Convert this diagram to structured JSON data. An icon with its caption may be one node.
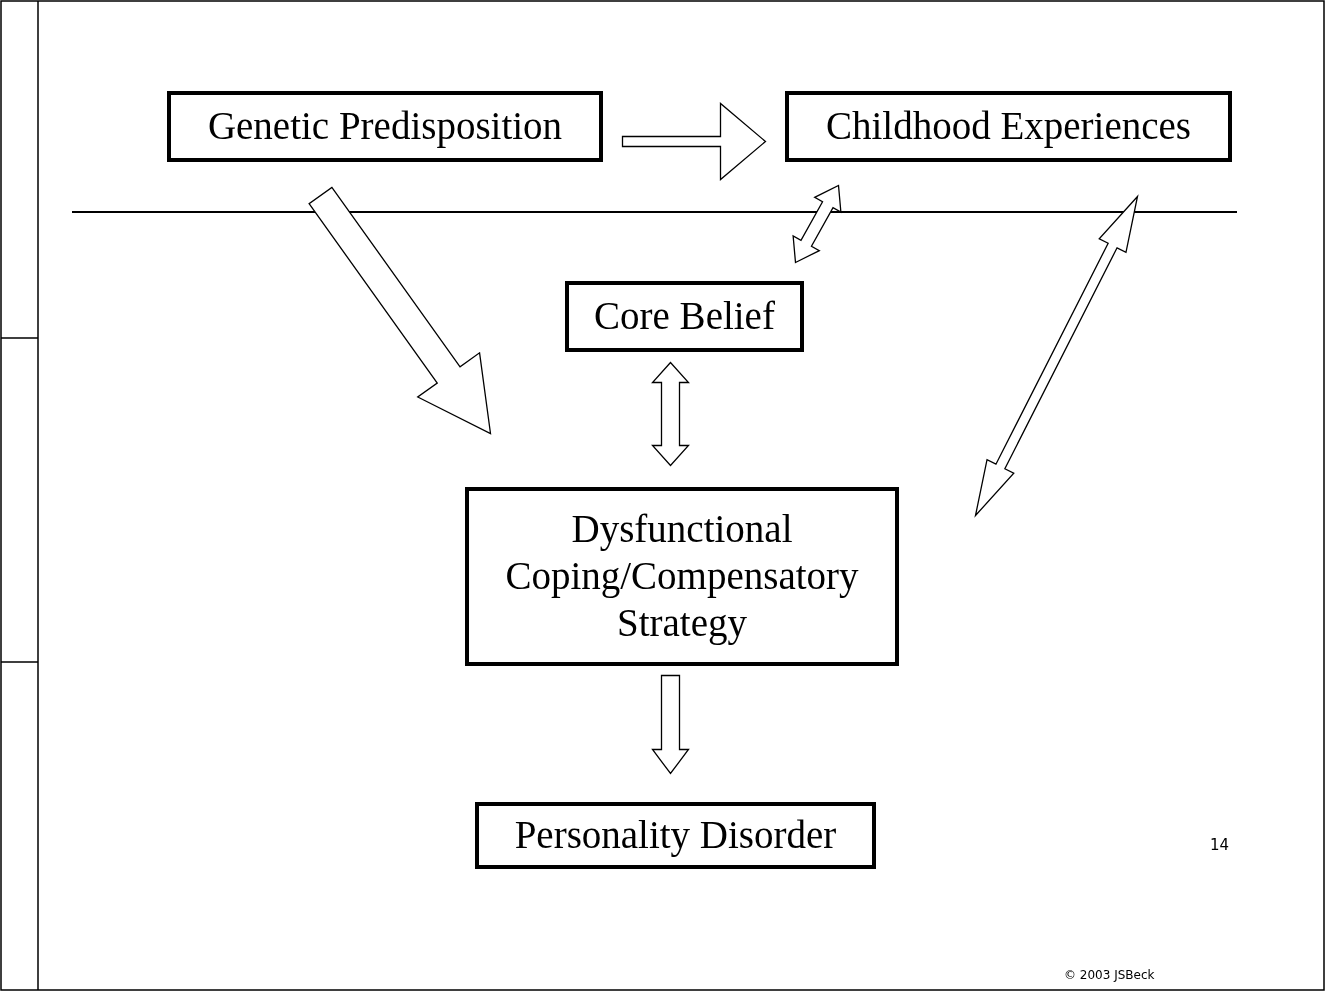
{
  "diagram": {
    "nodes": [
      {
        "text": [
          "Genetic Predisposition"
        ]
      },
      {
        "text": [
          "Childhood Experiences"
        ]
      },
      {
        "text": [
          "Core Belief"
        ]
      },
      {
        "text": [
          "Dysfunctional Coping/Compensatory Strategy"
        ]
      },
      {
        "text": [
          "Personality Disorder"
        ]
      }
    ],
    "edges": [
      {
        "from": 0,
        "to": 1,
        "arrow": "to"
      },
      {
        "from": 0,
        "to": 3,
        "arrow": "to"
      },
      {
        "from": 2,
        "to": 1,
        "arrow": "both"
      },
      {
        "from": 1,
        "to": 3,
        "arrow": "both"
      },
      {
        "from": 2,
        "to": 3,
        "arrow": "both"
      },
      {
        "from": 3,
        "to": 4,
        "arrow": "to"
      }
    ],
    "labels": [
      "14",
      "© 2003 JSBeck"
    ]
  }
}
